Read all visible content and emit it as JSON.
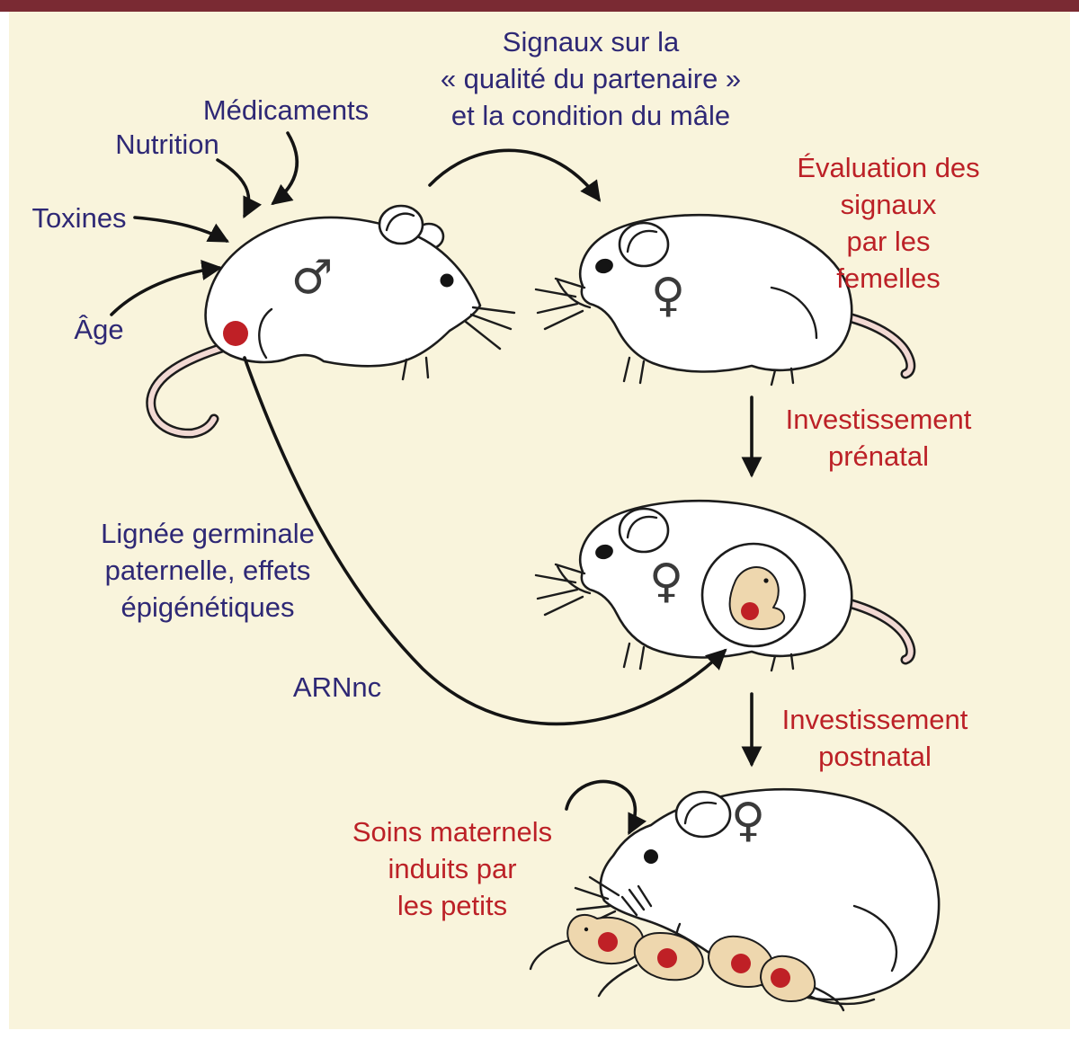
{
  "figure": {
    "top_bar_color": "#7a2a33",
    "background_color": "#f9f4dc",
    "blue_text_color": "#2e2875",
    "red_text_color": "#bc2127",
    "red_dot_color": "#bf2026",
    "tail_pink_color": "#f2d9d3",
    "pup_tan_color": "#eed7ae"
  },
  "labels": {
    "signaux": "Signaux sur la\n« qualité du partenaire »\net la condition du mâle",
    "medicaments": "Médicaments",
    "nutrition": "Nutrition",
    "toxines": "Toxines",
    "age": "Âge",
    "evaluation": "Évaluation des signaux\npar les femelles",
    "investissement_prenatal": "Investissement\nprénatal",
    "lignee_germinale": "Lignée germinale\npaternelle, effets\népigénétiques",
    "arnnc": "ARNnc",
    "investissement_postnatal": "Investissement\npostnatal",
    "soins_maternels": "Soins maternels\ninduits par\nles petits",
    "male_symbol": "♂",
    "female_symbol": "♀"
  }
}
